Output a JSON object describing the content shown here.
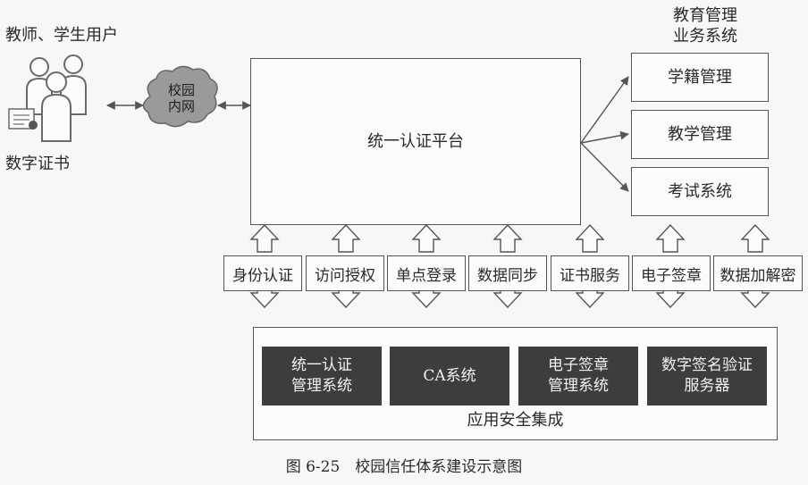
{
  "users": {
    "label": "教师、学生用户",
    "cert_label": "数字证书"
  },
  "network": {
    "label": "校园\n内网"
  },
  "platform": {
    "label": "统一认证平台"
  },
  "business": {
    "title": "教育管理\n业务系统",
    "systems": [
      "学籍管理",
      "教学管理",
      "考试系统"
    ]
  },
  "services": [
    "身份认证",
    "访问授权",
    "单点登录",
    "数据同步",
    "证书服务",
    "电子签章",
    "数据加解密"
  ],
  "integration": {
    "label": "应用安全集成",
    "modules": [
      "统一认证\n管理系统",
      "CA系统",
      "电子签章\n管理系统",
      "数字签名验证\n服务器"
    ]
  },
  "caption": "图 6-25　校园信任体系建设示意图",
  "colors": {
    "module_fill": "#3d3d3d",
    "cloud_fill": "#9a9a9a",
    "line": "#555555"
  }
}
